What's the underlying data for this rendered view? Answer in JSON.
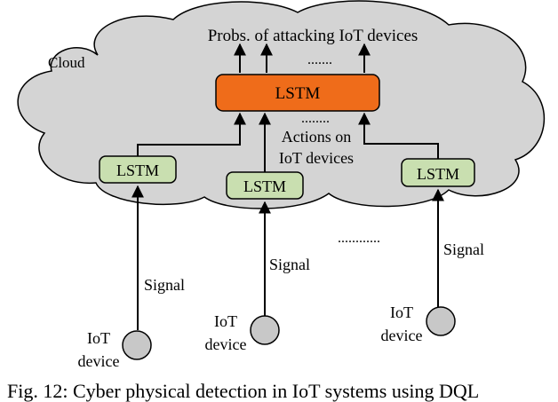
{
  "cloud_label": "Cloud",
  "output_label": "Probs. of attacking IoT devices",
  "top_lstm": {
    "label": "LSTM"
  },
  "actions_label": [
    "Actions on",
    "IoT devices"
  ],
  "ellipsis": {
    "top": ".......",
    "mid": "........",
    "bottom": "............"
  },
  "lstms": [
    {
      "label": "LSTM"
    },
    {
      "label": "LSTM"
    },
    {
      "label": "LSTM"
    }
  ],
  "signal_label": "Signal",
  "device_label": [
    "IoT",
    "device"
  ],
  "caption": {
    "prefix": "Fig. 12:",
    "text": "Cyber physical detection in IoT systems using DQL"
  },
  "colors": {
    "cloud_fill": "#d4d4d4",
    "top_lstm_fill": "#ef6c1a",
    "small_lstm_fill": "#c9dfb0",
    "device_fill": "#c8c8c8"
  }
}
